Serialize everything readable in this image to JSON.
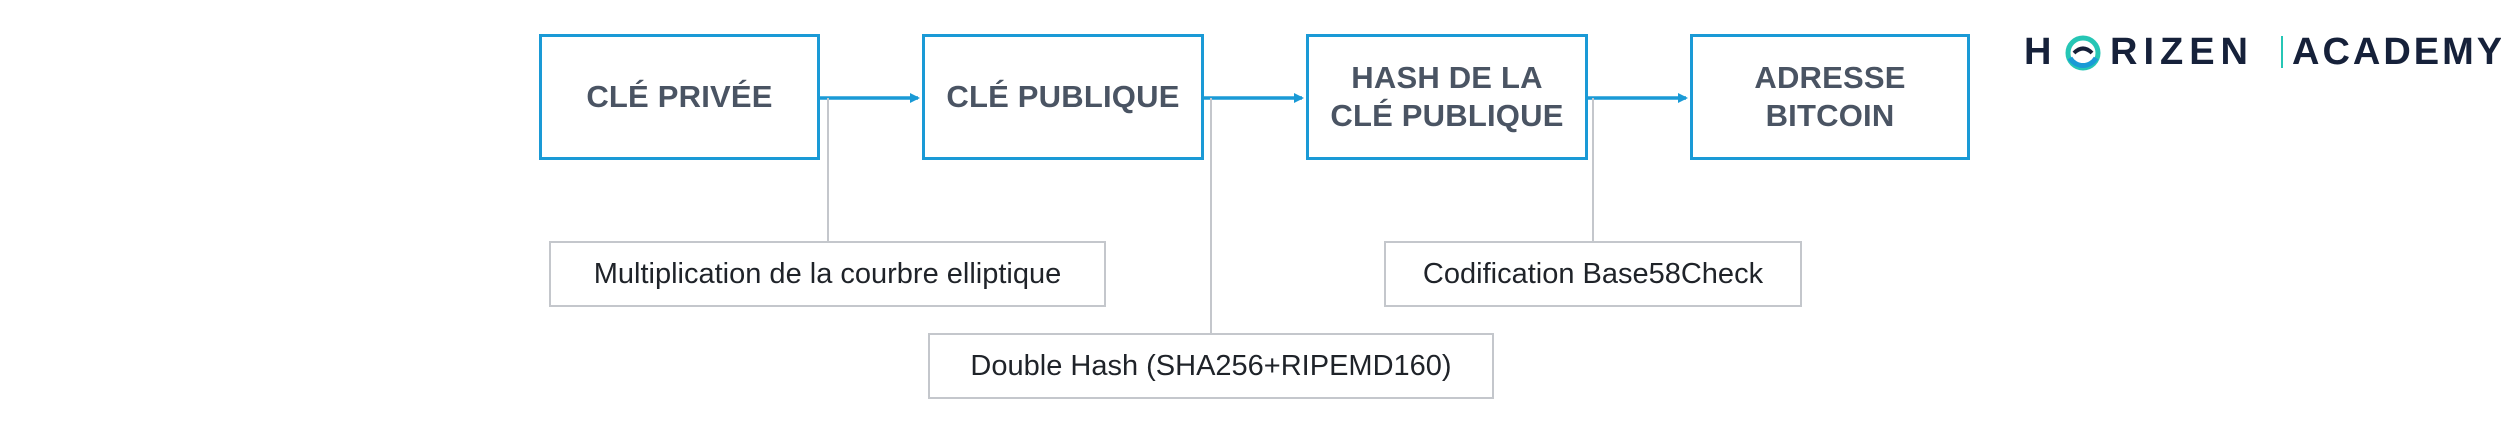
{
  "nodes": {
    "private_key": "CLÉ PRIVÉE",
    "public_key": "CLÉ PUBLIQUE",
    "public_key_hash_line1": "HASH DE LA",
    "public_key_hash_line2": "CLÉ PUBLIQUE",
    "bitcoin_address_line1": "ADRESSE",
    "bitcoin_address_line2": "BITCOIN"
  },
  "notes": {
    "elliptic_curve": "Multiplication de la courbre elliptique",
    "double_hash": "Double Hash (SHA256+RIPEMD160)",
    "base58check": "Codification Base58Check"
  },
  "logo": {
    "part1": "H",
    "part2": "RIZEN",
    "part3": "ACADEMY",
    "colors": {
      "dark": "#16213a",
      "teal": "#26c6b5",
      "blue": "#1a9ad6"
    }
  },
  "colors": {
    "box_border": "#1a9ad6",
    "arrow": "#1a9ad6",
    "connector": "#c4c7cc",
    "node_text": "#4a5463"
  }
}
